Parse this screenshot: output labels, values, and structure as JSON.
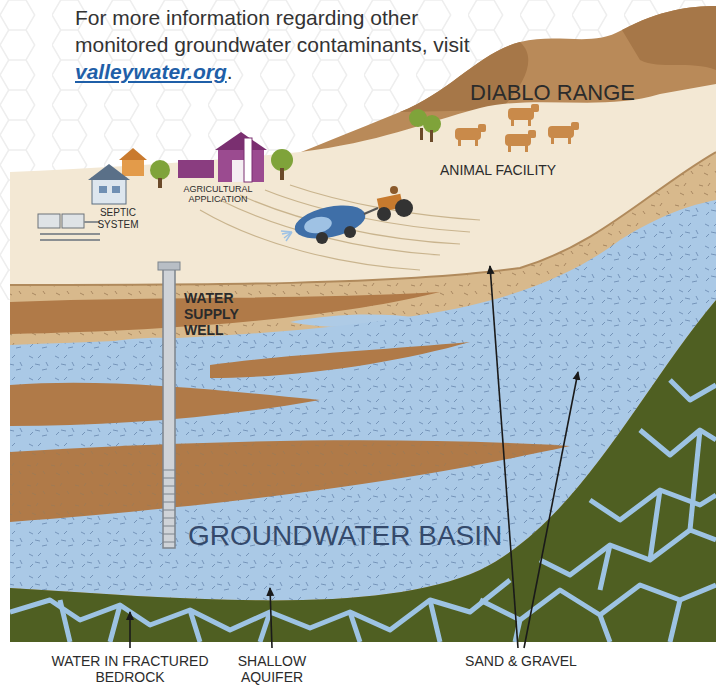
{
  "diagram": {
    "labels": [
      "For more information regarding other monitored groundwater contaminants, visit",
      "valleywater.org",
      ".",
      "DIABLO RANGE",
      "SEPTIC SYSTEM",
      "AGRICULTURAL APPLICATION",
      "ANIMAL FACILITY",
      "WATER SUPPLY WELL",
      "GROUNDWATER BASIN",
      "WATER IN FRACTURED BEDROCK",
      "SHALLOW AQUIFER",
      "SAND & GRAVEL"
    ]
  }
}
